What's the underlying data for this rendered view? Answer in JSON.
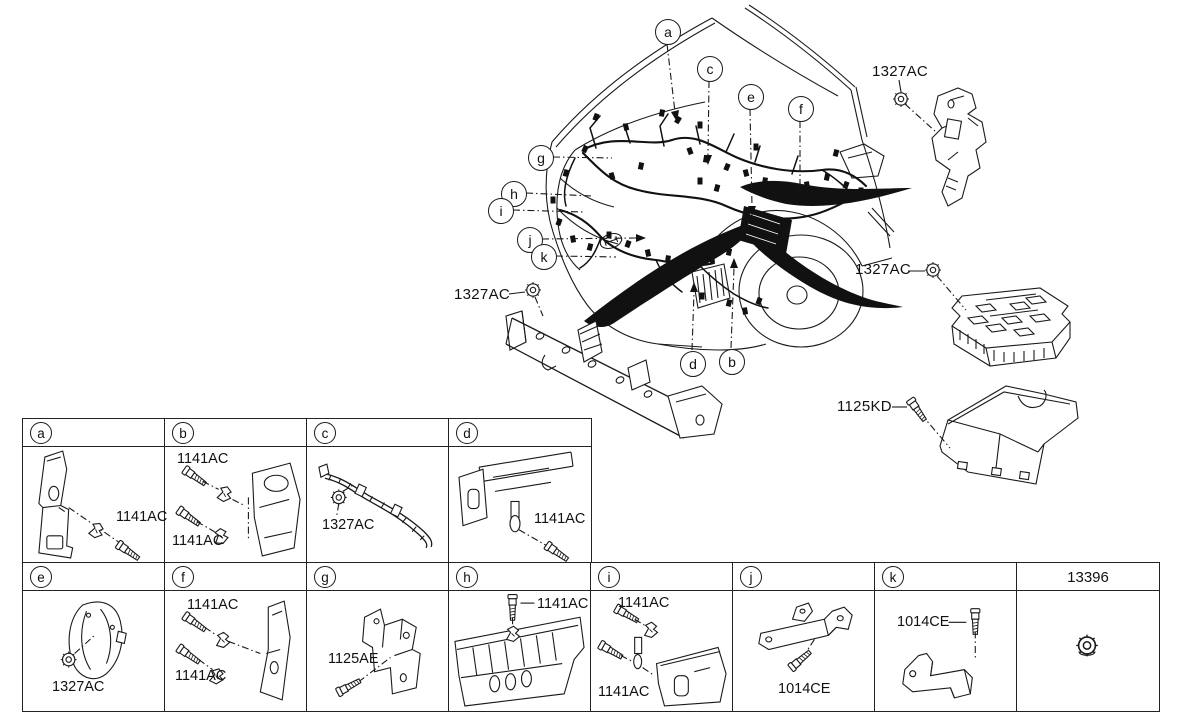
{
  "colors": {
    "line": "#1a1a1a",
    "background": "#ffffff"
  },
  "main": {
    "callouts": [
      "a",
      "c",
      "e",
      "f",
      "g",
      "h",
      "i",
      "j",
      "k",
      "d",
      "b"
    ],
    "labels": [
      {
        "id": "bracket-nut",
        "text": "1327AC"
      },
      {
        "id": "fusebox-nut",
        "text": "1327AC"
      },
      {
        "id": "tray-bolt",
        "text": "1125KD"
      },
      {
        "id": "crossmember-nut",
        "text": "1327AC"
      }
    ]
  },
  "table": {
    "row1": [
      {
        "letter": "a",
        "labels": [
          "1141AC"
        ]
      },
      {
        "letter": "b",
        "labels": [
          "1141AC",
          "1141AC"
        ]
      },
      {
        "letter": "c",
        "labels": [
          "1327AC"
        ]
      },
      {
        "letter": "d",
        "labels": [
          "1141AC"
        ]
      }
    ],
    "row2": [
      {
        "letter": "e",
        "labels": [
          "1327AC"
        ]
      },
      {
        "letter": "f",
        "labels": [
          "1141AC",
          "1141AC"
        ]
      },
      {
        "letter": "g",
        "labels": [
          "1125AE"
        ]
      },
      {
        "letter": "h",
        "labels": [
          "1141AC"
        ]
      },
      {
        "letter": "i",
        "labels": [
          "1141AC",
          "1141AC"
        ]
      },
      {
        "letter": "j",
        "labels": [
          "1014CE"
        ]
      },
      {
        "letter": "k",
        "labels": [
          "1014CE"
        ]
      },
      {
        "letter": "13396",
        "labels": []
      }
    ]
  }
}
